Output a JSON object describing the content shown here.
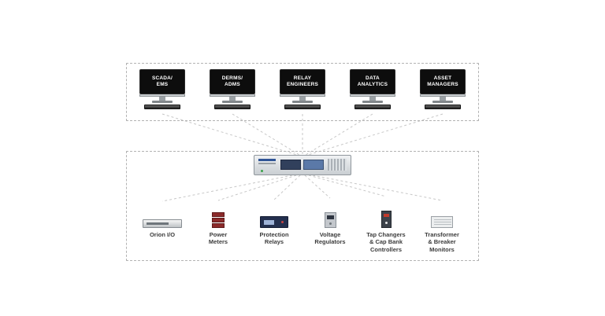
{
  "diagram": {
    "monitors": [
      {
        "name": "scada-ems",
        "label": "SCADA/\nEMS"
      },
      {
        "name": "derms-adms",
        "label": "DERMS/\nADMS"
      },
      {
        "name": "relay-engineers",
        "label": "RELAY\nENGINEERS"
      },
      {
        "name": "data-analytics",
        "label": "DATA\nANALYTICS"
      },
      {
        "name": "asset-managers",
        "label": "ASSET\nMANAGERS"
      }
    ],
    "devices": [
      {
        "name": "orion-io",
        "label": "Orion I/O"
      },
      {
        "name": "power-meters",
        "label": "Power\nMeters"
      },
      {
        "name": "protection-relays",
        "label": "Protection\nRelays"
      },
      {
        "name": "voltage-regulators",
        "label": "Voltage\nRegulators"
      },
      {
        "name": "tap-changers",
        "label": "Tap Changers\n& Cap Bank\nControllers"
      },
      {
        "name": "transformer-monitors",
        "label": "Transformer\n& Breaker\nMonitors"
      }
    ],
    "colors": {
      "connector_line": "#c7c7c7",
      "group_border": "#b3b3b3",
      "monitor_screen": "#0d0d0d",
      "label_text": "#3c3c3c",
      "gateway_screen_dark": "#31405c",
      "gateway_screen_light": "#5b79a8"
    }
  }
}
